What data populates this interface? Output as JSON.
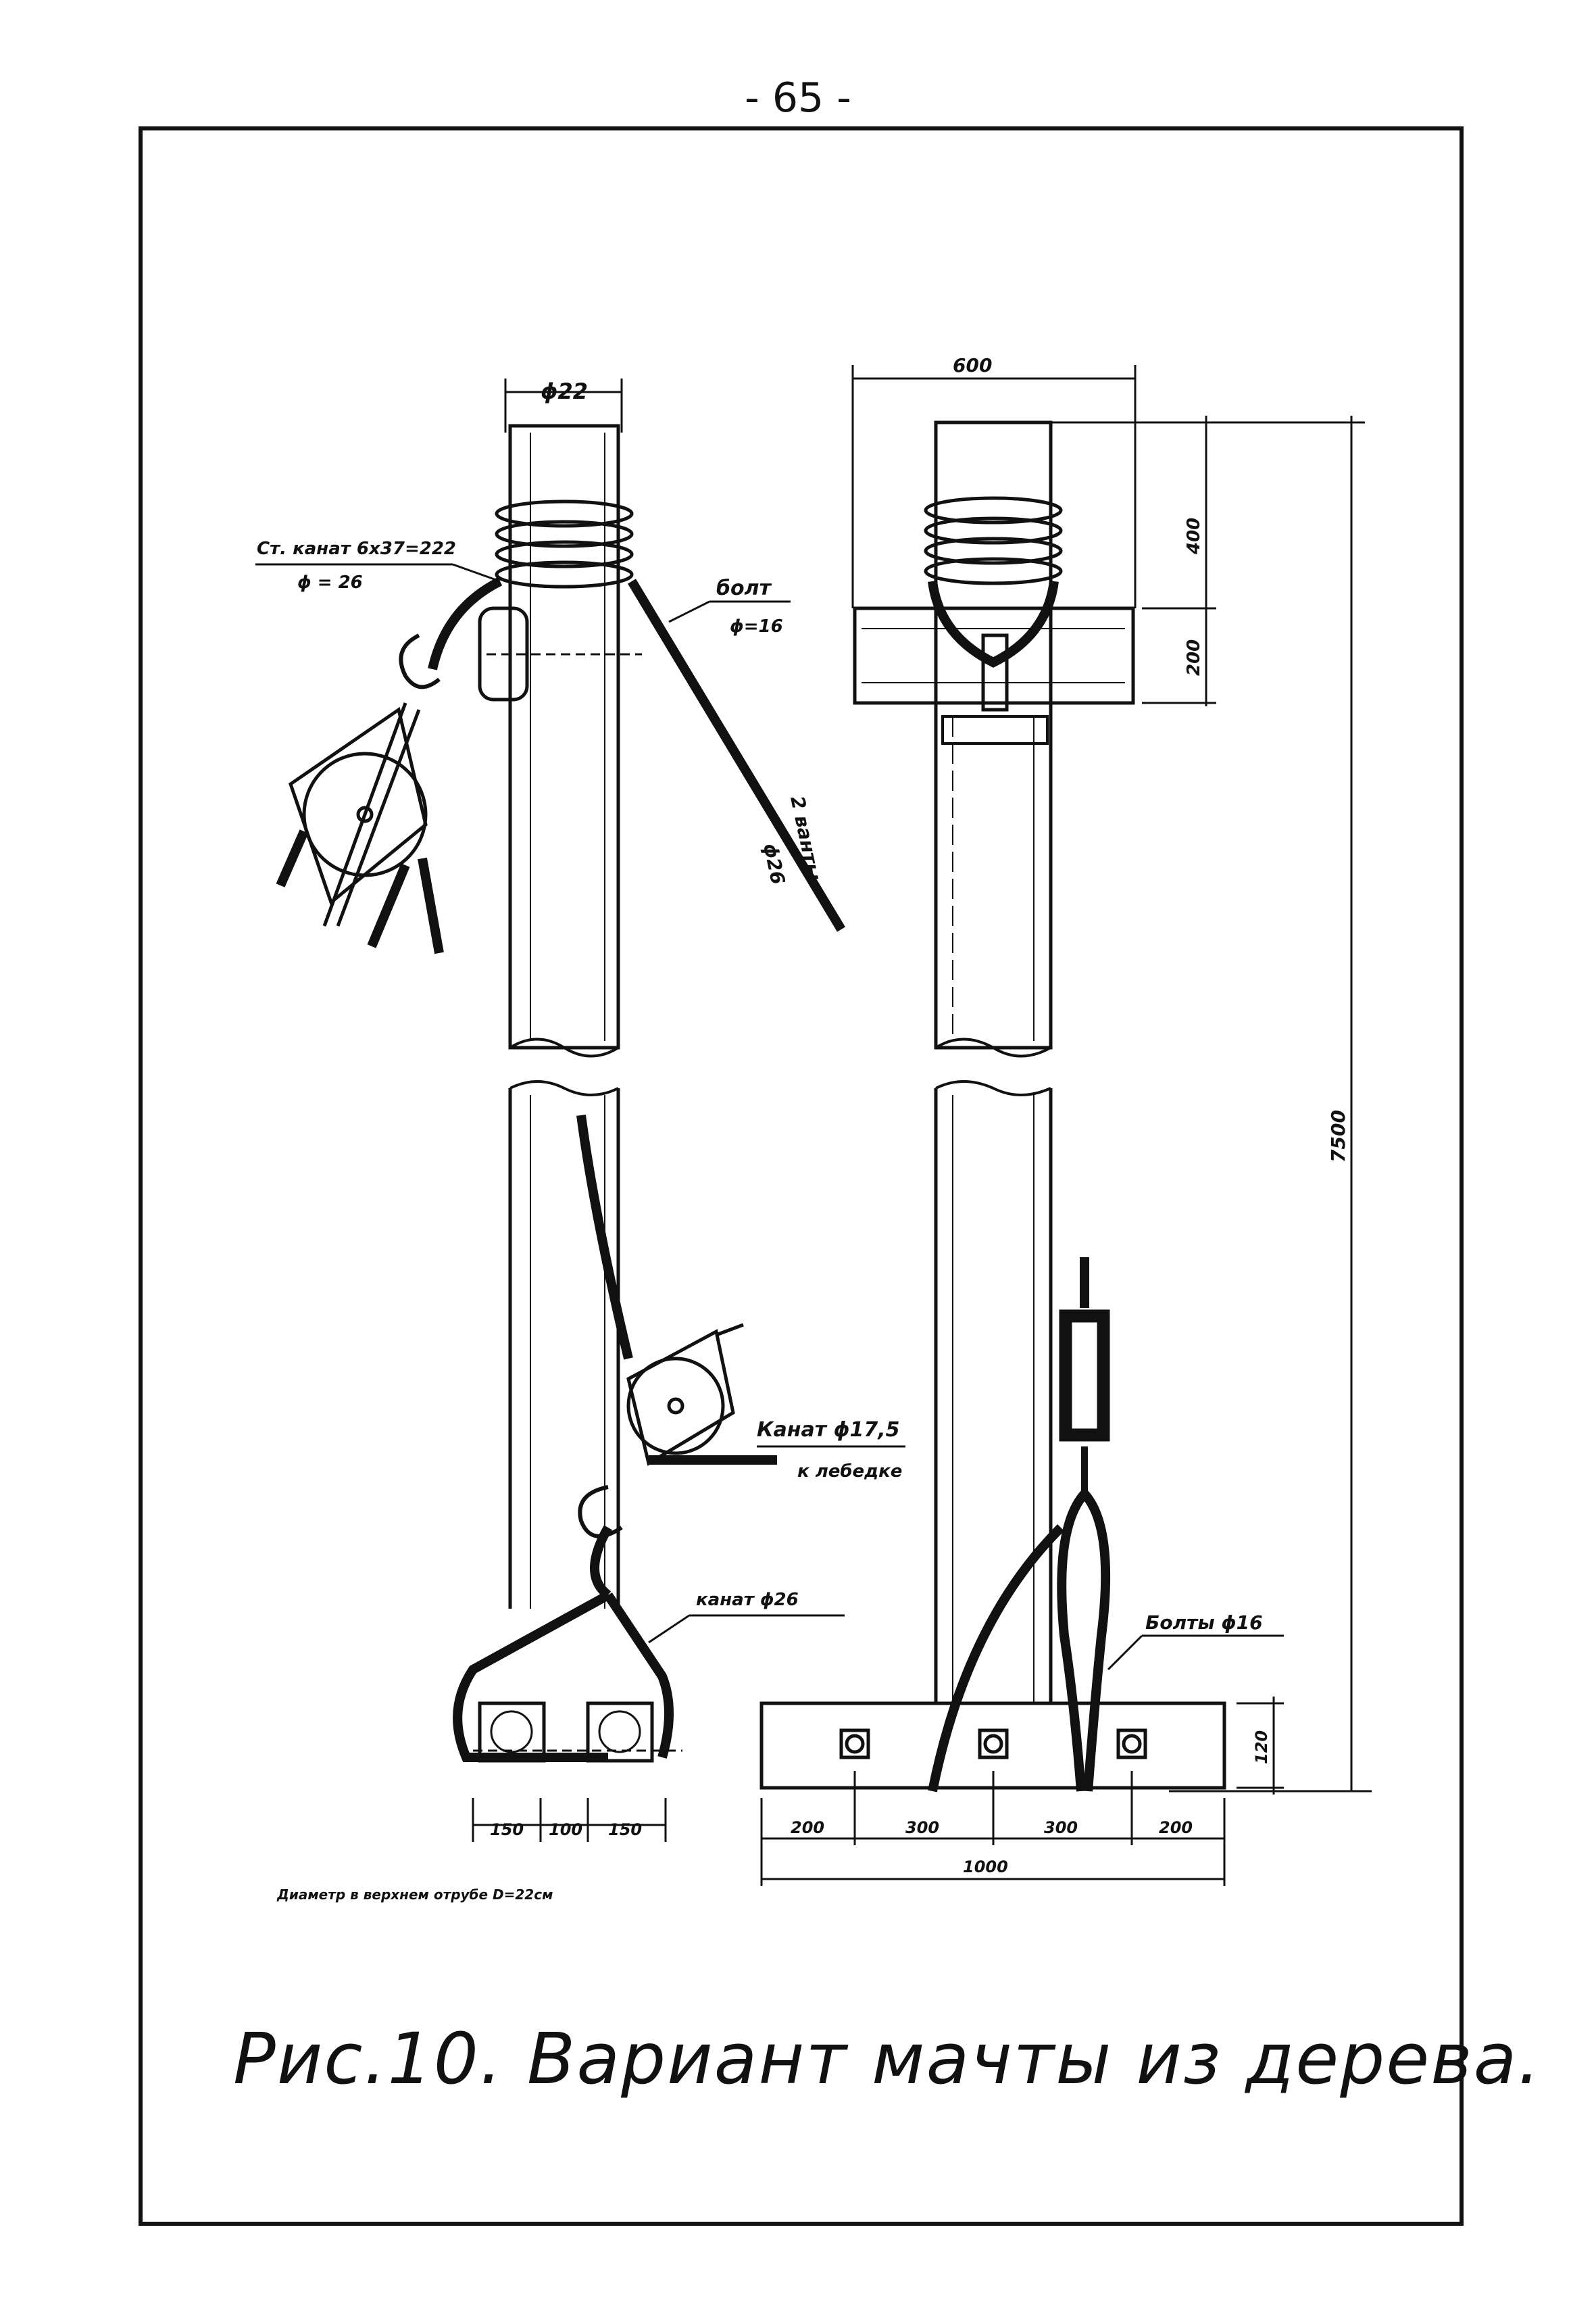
{
  "page_number": "- 65 -",
  "caption": "Рис.10. Вариант мачты из дерева.",
  "left_view": {
    "top_diameter": "ϕ22",
    "cable_label_1": "Ст. канат 6х37=222",
    "cable_label_2": "ϕ = 26",
    "bolt_label_1": "болт",
    "bolt_label_2": "ϕ=16",
    "guy_label_1": "2 ванты",
    "guy_label_2": "ϕ26",
    "winch_label_1": "Канат ϕ17,5",
    "winch_label_2": "к лебедке",
    "rope_label": "канат ϕ26",
    "dims_bottom": [
      "150",
      "100",
      "150"
    ],
    "note": "Диаметр в верхнем отрубе D=22см"
  },
  "right_view": {
    "width_top": "600",
    "height_cap": "400",
    "height_crossbar": "200",
    "total_height": "7500",
    "bolts_label": "Болты ϕ16",
    "base_height": "120",
    "base_dims": [
      "200",
      "300",
      "300",
      "200"
    ],
    "base_total": "1000"
  }
}
